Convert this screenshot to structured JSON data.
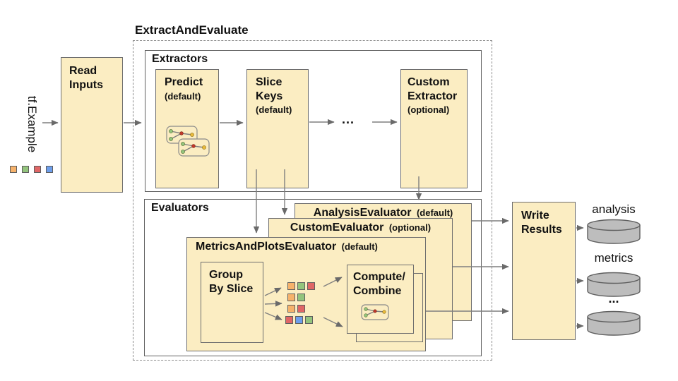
{
  "palette": {
    "cream": "#FBEDC2",
    "line": "#7f7f7f",
    "orange": "#F6B26B",
    "green": "#93C47D",
    "red": "#E06666",
    "blue": "#6D9EEB",
    "node_red": "#C0392B",
    "node_yellow": "#E8B93A",
    "cylinder": "#BDBDBD"
  },
  "input": {
    "label": "tf.Example",
    "legend_squares": [
      "orange",
      "green",
      "red",
      "blue"
    ]
  },
  "read_inputs": {
    "label": "Read Inputs"
  },
  "pipeline": {
    "title": "ExtractAndEvaluate"
  },
  "extractors": {
    "label": "Extractors",
    "items": [
      {
        "name": "Predict",
        "qualifier": "(default)"
      },
      {
        "name": "Slice Keys",
        "qualifier": "(default)"
      },
      {
        "name": "Custom Extractor",
        "qualifier": "(optional)"
      }
    ],
    "ellipsis": "..."
  },
  "evaluators": {
    "label": "Evaluators",
    "stack": [
      {
        "name": "AnalysisEvaluator",
        "qualifier": "(default)"
      },
      {
        "name": "CustomEvaluator",
        "qualifier": "(optional)"
      },
      {
        "name": "MetricsAndPlotsEvaluator",
        "qualifier": "(default)"
      }
    ],
    "group_by_slice": "Group By Slice",
    "compute_combine": "Compute/ Combine",
    "slice_grid": [
      [
        "orange",
        "green",
        "red"
      ],
      [
        "orange",
        "green"
      ],
      [
        "orange",
        "red"
      ],
      [
        "red",
        "blue",
        "green"
      ]
    ]
  },
  "write_results": {
    "label": "Write Results"
  },
  "outputs": [
    {
      "label": "analysis"
    },
    {
      "label": "metrics"
    },
    {
      "label": "..."
    }
  ]
}
